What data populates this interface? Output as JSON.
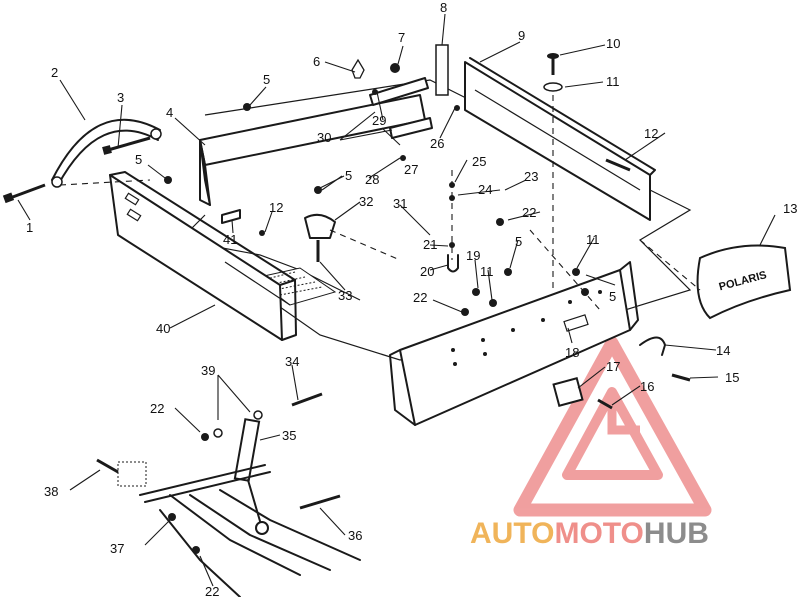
{
  "diagram": {
    "callouts": [
      {
        "id": "c1",
        "text": "1"
      },
      {
        "id": "c2",
        "text": "2"
      },
      {
        "id": "c3",
        "text": "3"
      },
      {
        "id": "c4",
        "text": "4"
      },
      {
        "id": "c5a",
        "text": "5"
      },
      {
        "id": "c5b",
        "text": "5"
      },
      {
        "id": "c5c",
        "text": "5"
      },
      {
        "id": "c5d",
        "text": "5"
      },
      {
        "id": "c5e",
        "text": "5"
      },
      {
        "id": "c6",
        "text": "6"
      },
      {
        "id": "c7",
        "text": "7"
      },
      {
        "id": "c8",
        "text": "8"
      },
      {
        "id": "c9",
        "text": "9"
      },
      {
        "id": "c10",
        "text": "10"
      },
      {
        "id": "c11a",
        "text": "11"
      },
      {
        "id": "c11b",
        "text": "11"
      },
      {
        "id": "c11c",
        "text": "11"
      },
      {
        "id": "c12a",
        "text": "12"
      },
      {
        "id": "c12b",
        "text": "12"
      },
      {
        "id": "c13",
        "text": "13"
      },
      {
        "id": "c14",
        "text": "14"
      },
      {
        "id": "c15",
        "text": "15"
      },
      {
        "id": "c16",
        "text": "16"
      },
      {
        "id": "c17",
        "text": "17"
      },
      {
        "id": "c18",
        "text": "18"
      },
      {
        "id": "c19",
        "text": "19"
      },
      {
        "id": "c20",
        "text": "20"
      },
      {
        "id": "c21",
        "text": "21"
      },
      {
        "id": "c22a",
        "text": "22"
      },
      {
        "id": "c22b",
        "text": "22"
      },
      {
        "id": "c22c",
        "text": "22"
      },
      {
        "id": "c22d",
        "text": "22"
      },
      {
        "id": "c23",
        "text": "23"
      },
      {
        "id": "c24",
        "text": "24"
      },
      {
        "id": "c25",
        "text": "25"
      },
      {
        "id": "c26",
        "text": "26"
      },
      {
        "id": "c27",
        "text": "27"
      },
      {
        "id": "c28",
        "text": "28"
      },
      {
        "id": "c29",
        "text": "29"
      },
      {
        "id": "c30",
        "text": "30"
      },
      {
        "id": "c31",
        "text": "31"
      },
      {
        "id": "c32",
        "text": "32"
      },
      {
        "id": "c33",
        "text": "33"
      },
      {
        "id": "c34",
        "text": "34"
      },
      {
        "id": "c35",
        "text": "35"
      },
      {
        "id": "c36",
        "text": "36"
      },
      {
        "id": "c37",
        "text": "37"
      },
      {
        "id": "c38",
        "text": "38"
      },
      {
        "id": "c39",
        "text": "39"
      },
      {
        "id": "c40",
        "text": "40"
      },
      {
        "id": "c41",
        "text": "41"
      }
    ],
    "pad_logo_text": "POLARIS"
  },
  "watermark": {
    "part1": "AUTO",
    "part2": "MOTO",
    "part3": "HUB",
    "colors": {
      "auto": "#f0b45a",
      "moto": "#ef8f8a",
      "hub": "#8c8c8c",
      "triangle": "#ee8f8f"
    }
  }
}
